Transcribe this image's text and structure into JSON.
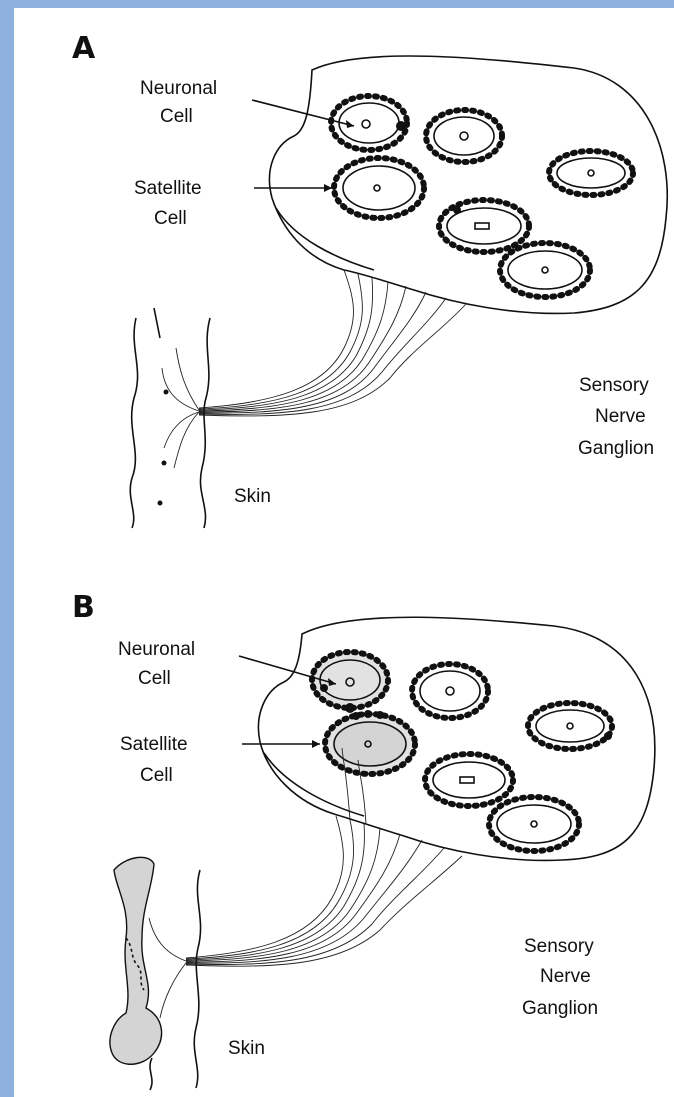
{
  "panels": [
    {
      "letter": "A",
      "labels": {
        "neuronal_cell": [
          "Neuronal",
          "Cell"
        ],
        "satellite_cell": [
          "Satellite",
          "Cell"
        ],
        "ganglion": [
          "Sensory",
          "Nerve",
          "Ganglion"
        ],
        "skin": "Skin"
      }
    },
    {
      "letter": "B",
      "labels": {
        "neuronal_cell": [
          "Neuronal",
          "Cell"
        ],
        "satellite_cell": [
          "Satellite",
          "Cell"
        ],
        "ganglion": [
          "Sensory",
          "Nerve",
          "Ganglion"
        ],
        "skin": "Skin"
      }
    }
  ],
  "colors": {
    "frame_background": "#8fb1df",
    "ink": "#111111",
    "shaded_area": "#d4d4d4"
  }
}
